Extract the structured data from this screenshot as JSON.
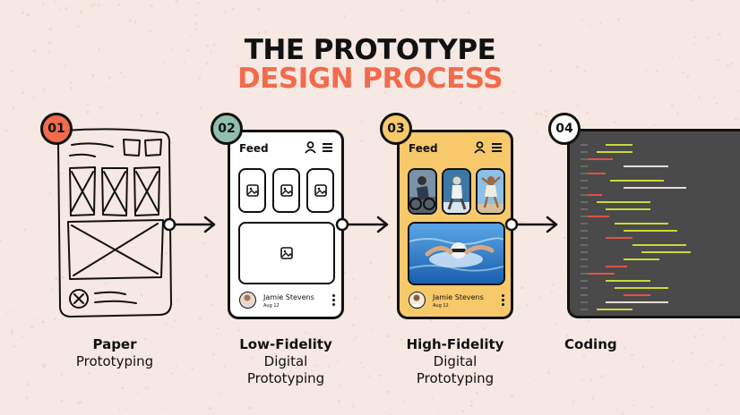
{
  "title": {
    "line1": "THE PROTOTYPE",
    "line2": "DESIGN PROCESS"
  },
  "steps": [
    {
      "number": "01",
      "badge_color": "#f26b4d",
      "label_bold": "Paper",
      "label_lines": [
        "Prototyping"
      ]
    },
    {
      "number": "02",
      "badge_color": "#8fbfad",
      "label_bold": "Low-Fidelity",
      "label_lines": [
        "Digital",
        "Prototyping"
      ]
    },
    {
      "number": "03",
      "badge_color": "#f7c96b",
      "label_bold": "High-Fidelity",
      "label_lines": [
        "Digital",
        "Prototyping"
      ]
    },
    {
      "number": "04",
      "badge_color": "#ffffff",
      "label_bold": "Coding",
      "label_lines": []
    }
  ],
  "lofi": {
    "feed_label": "Feed",
    "user_name": "Jamie Stevens",
    "date": "Aug 12"
  },
  "hifi": {
    "feed_label": "Feed",
    "user_name": "Jamie Stevens",
    "date": "Aug 12",
    "background": "#f7c96b"
  },
  "colors": {
    "background": "#f6e8e2",
    "accent": "#f26b4d",
    "code_bg": "#4a4a4a",
    "code_green": "#c9d93a",
    "code_red": "#e0524a",
    "code_white": "#e5ded8"
  },
  "icons": [
    "user-icon",
    "menu-icon",
    "image-icon",
    "arrow-right-icon",
    "more-vertical-icon"
  ]
}
